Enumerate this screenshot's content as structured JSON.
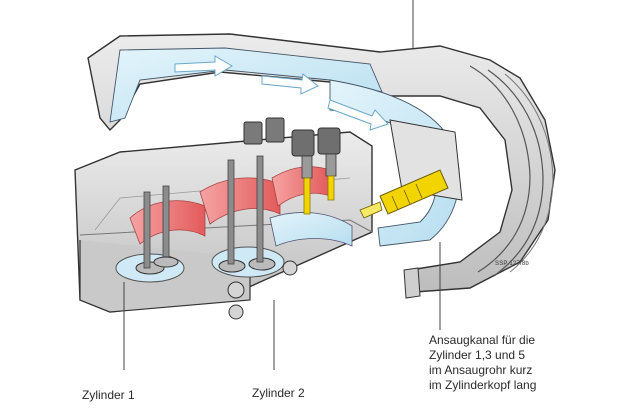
{
  "labels": {
    "zylinder_1": "Zylinder 1",
    "zylinder_2": "Zylinder 2",
    "ansaugkanal_note": [
      "Ansaugkanal für die",
      "Zylinder 1,3 und 5",
      "im Ansaugrohr kurz",
      "im Zylinderkopf lang"
    ],
    "figure_code": "SSP 127/8b"
  },
  "colors": {
    "metal": "#dcdcdc",
    "metal_dark": "#8a8a8a",
    "air": "#cfeaf6",
    "air_arrow": "#bfe2f3",
    "port_red": "#f07a7a",
    "injector_yellow": "#f2d400",
    "outline": "#333333",
    "valve": "#888888"
  }
}
